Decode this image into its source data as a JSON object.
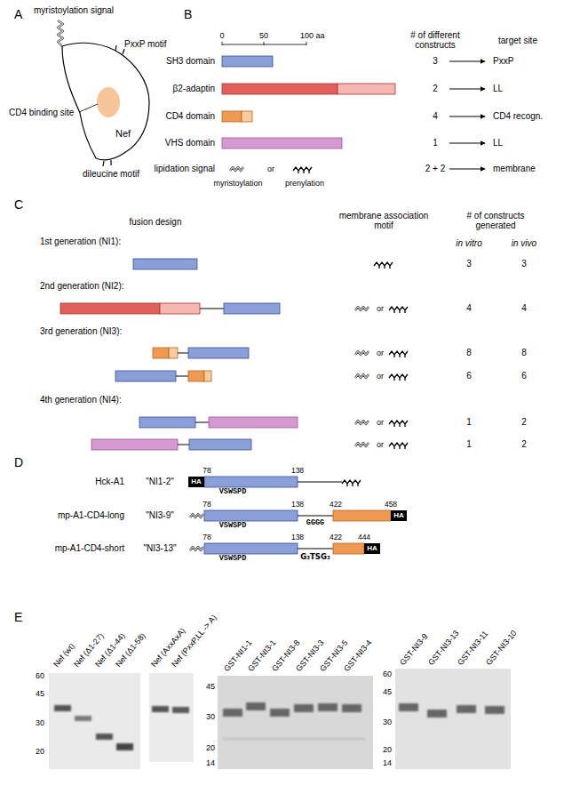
{
  "diagram": {
    "nodes": [
      {
        "text": [
          "Nef"
        ]
      },
      {
        "text": [
          "HA"
        ]
      },
      {
        "text": [
          "HA"
        ]
      },
      {
        "text": [
          "HA"
        ]
      }
    ],
    "labels": [
      "A",
      "myristoylation signal",
      "PxxP motif",
      "CD4 binding site",
      "dileucine motif",
      "B",
      "0",
      "50",
      "100 aa",
      "SH3 domain",
      "β2-adaptin",
      "CD4 domain",
      "VHS domain",
      "lipidation signal",
      "myristoylation",
      "or",
      "prenylation",
      "# of different constructs",
      "target site",
      "3",
      "2",
      "4",
      "1",
      "2 + 2",
      "PxxP",
      "LL",
      "CD4 recogn.",
      "LL",
      "membrane",
      "C",
      "fusion design",
      "membrane association motif",
      "# of constructs generated",
      "in vitro",
      "in vivo",
      "1st generation (NI1):",
      "3",
      "3",
      "2nd generation (NI2):",
      "or",
      "4",
      "4",
      "3rd generation (NI3):",
      "or",
      "8",
      "8",
      "or",
      "6",
      "6",
      "4th generation (NI4):",
      "or",
      "1",
      "2",
      "or",
      "1",
      "2",
      "D",
      "Hck-A1",
      "\"NI1-2\"",
      "78",
      "138",
      "VSWSPD",
      "mp-A1-CD4-long",
      "\"NI3-9\"",
      "78",
      "138",
      "VSWSPD",
      "GGGG",
      "422",
      "458",
      "mp-A1-CD4-short",
      "\"NI3-13\"",
      "78",
      "138",
      "VSWSPD",
      "G₃TSG₃",
      "422",
      "444",
      "E",
      "Nef (wt)",
      "Nef (Δ1-27)",
      "Nef (Δ1-44)",
      "Nef (Δ1-58)",
      "60",
      "45",
      "30",
      "20",
      "Nef (AxxAxA)",
      "Nef (PxxP,LL -> A)",
      "GST-NI1-1",
      "GST-NI3-1",
      "GST-NI3-8",
      "GST-NI3-3",
      "GST-NI3-5",
      "GST-NI3-4",
      "45",
      "30",
      "20",
      "14",
      "60",
      "45",
      "30",
      "20",
      "14",
      "GST-NI3-9",
      "GST-NI3-13",
      "GST-NI3-11",
      "GST-NI3-10"
    ]
  }
}
